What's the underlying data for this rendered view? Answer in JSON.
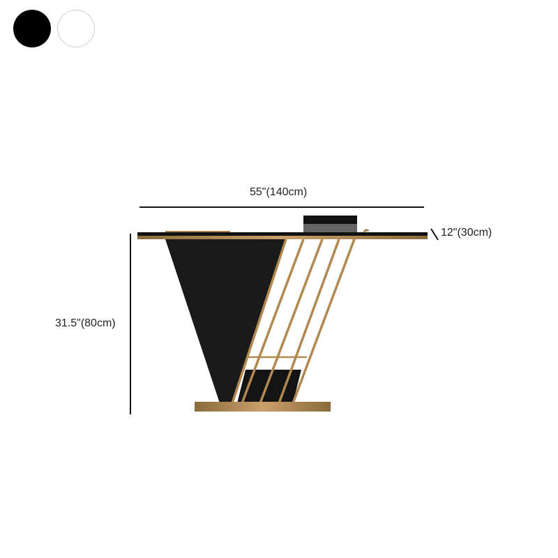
{
  "color_options": [
    {
      "name": "black",
      "hex": "#000000"
    },
    {
      "name": "white",
      "hex": "#ffffff"
    }
  ],
  "dimensions": {
    "width": "55\"(140cm)",
    "height": "31.5\"(80cm)",
    "depth": "12\"(30cm)"
  },
  "colors": {
    "top": "#111111",
    "gold": "#b08850",
    "panel": "#1a1a1a"
  }
}
